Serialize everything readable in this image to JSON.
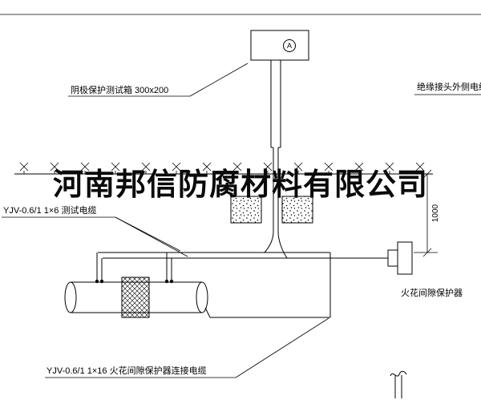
{
  "watermark": "河南邦信防腐材料有限公司",
  "labels": {
    "test_box": "阴极保护测试箱 300x200",
    "insulated_joint_cable": "绝缘接头外侧电缆",
    "test_cable": "YJV-0.6/1 1×6  测试电缆",
    "connection_cable": "YJV-0.6/1 1×16  火花间隙保护器连接电缆",
    "spark_gap_protector": "火花间隙保护器",
    "dimension": "1000",
    "meter": "A"
  },
  "colors": {
    "line": "#000000",
    "background": "#ffffff",
    "watermark": "#0a0a0a"
  }
}
